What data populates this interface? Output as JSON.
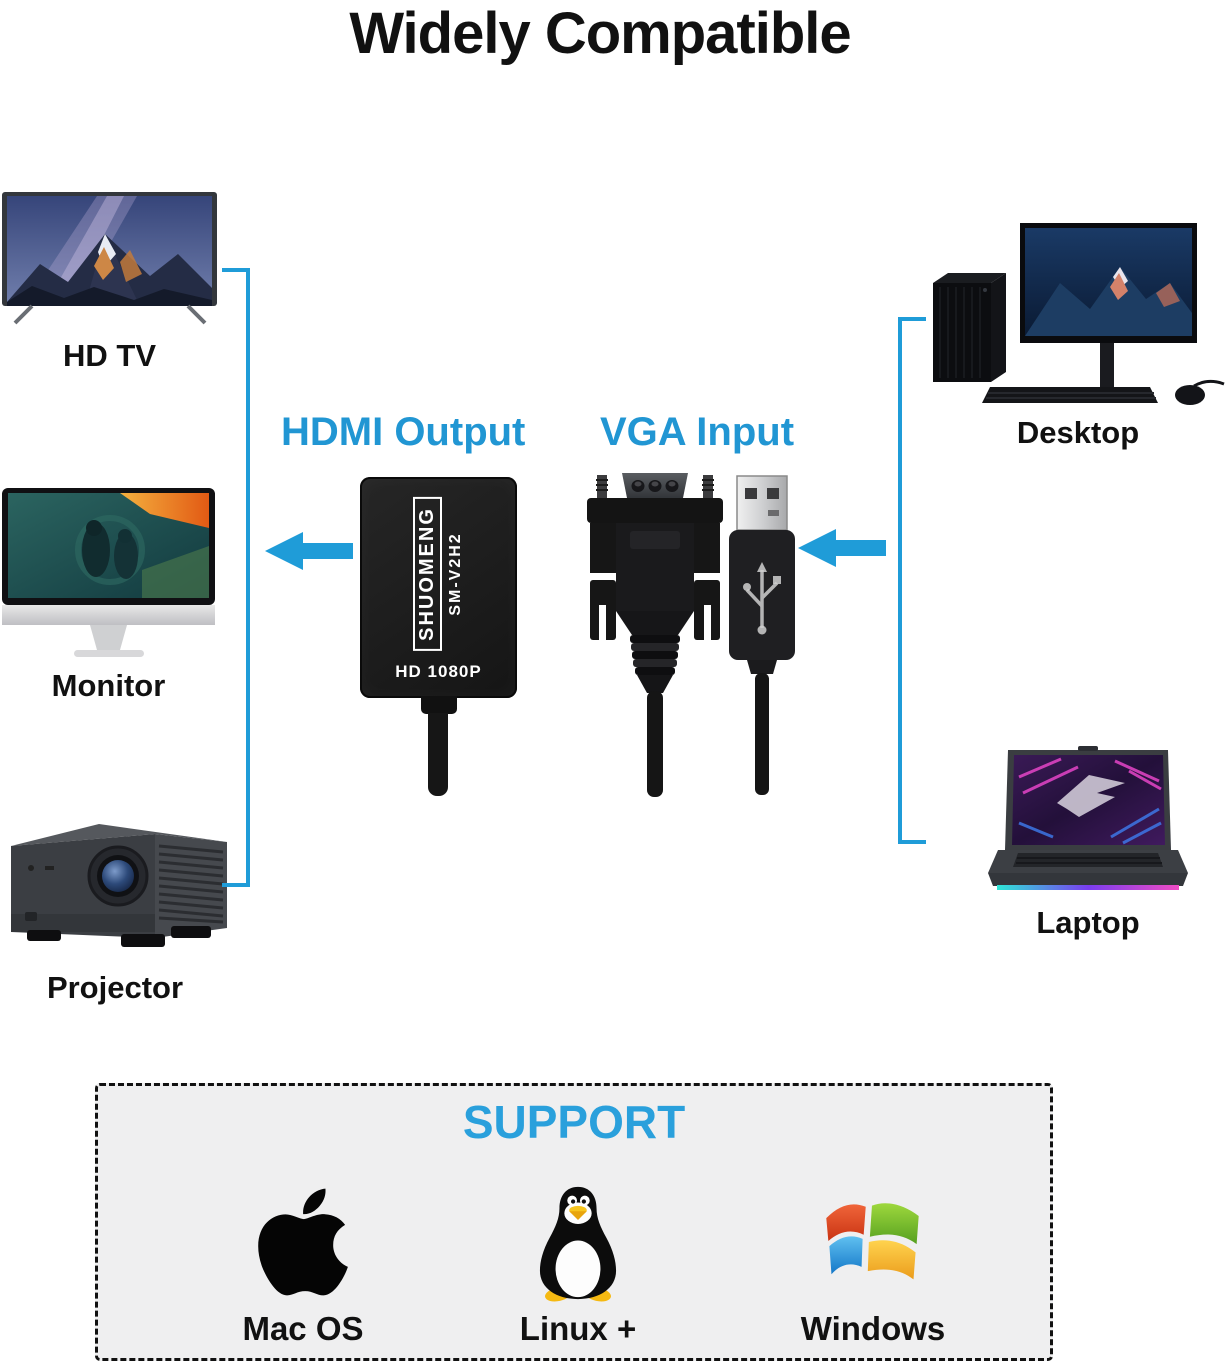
{
  "title": "Widely Compatible",
  "colors": {
    "accent_blue": "#1f9cd8",
    "heading_blue": "#2aa0dc",
    "text_dark": "#111111",
    "support_background": "#efeff0"
  },
  "connector_labels": {
    "hdmi_output": "HDMI Output",
    "vga_input": "VGA Input"
  },
  "adapter": {
    "brand": "SHUOMENG",
    "model": "SM-V2H2",
    "resolution": "HD 1080P"
  },
  "devices_left": [
    {
      "label": "HD TV",
      "icon": "hdtv-illustration"
    },
    {
      "label": "Monitor",
      "icon": "monitor-illustration"
    },
    {
      "label": "Projector",
      "icon": "projector-illustration"
    }
  ],
  "devices_right": [
    {
      "label": "Desktop",
      "icon": "desktop-illustration"
    },
    {
      "label": "Laptop",
      "icon": "laptop-illustration"
    }
  ],
  "support": {
    "heading": "SUPPORT",
    "items": [
      {
        "label": "Mac OS",
        "icon": "apple-logo-icon"
      },
      {
        "label": "Linux +",
        "icon": "linux-tux-icon"
      },
      {
        "label": "Windows",
        "icon": "windows-logo-icon"
      }
    ]
  }
}
